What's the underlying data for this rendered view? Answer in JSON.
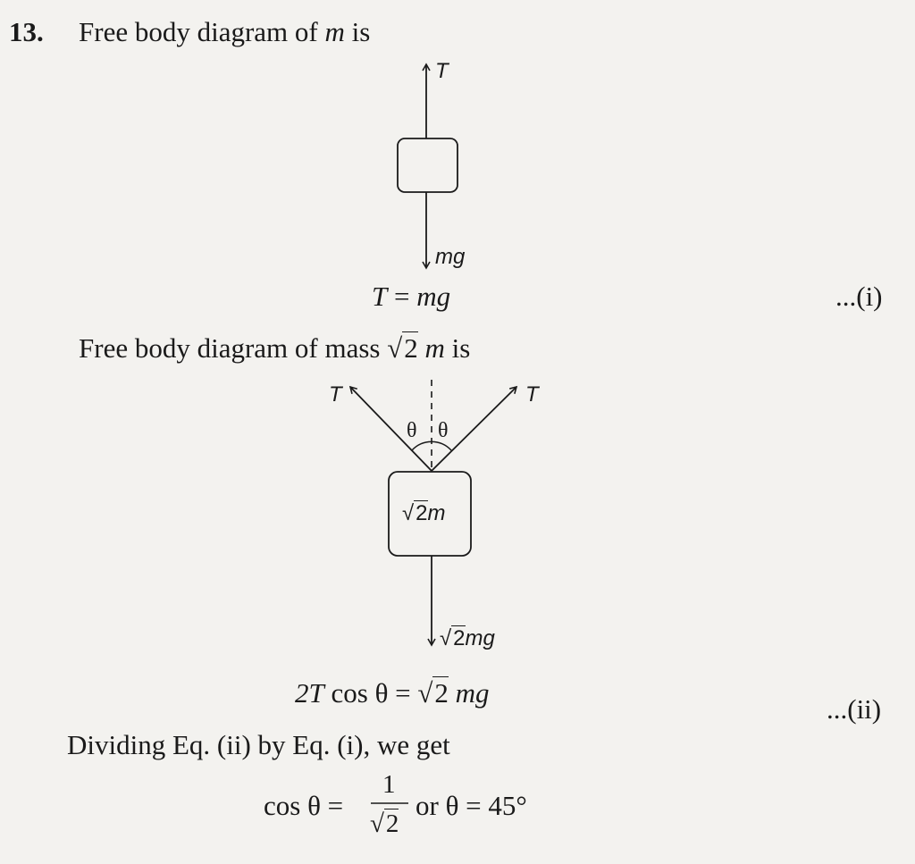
{
  "problem_number": "13.",
  "line1": {
    "text": "Free body diagram of ",
    "var": "m",
    "tail": " is"
  },
  "diagram1": {
    "top_force": "T",
    "bottom_force": "mg"
  },
  "eq1": {
    "lhs": "T",
    "eq": " = ",
    "rhs": "mg",
    "tag": "...(i)"
  },
  "line2": {
    "text": "Free body diagram of mass ",
    "root": "√",
    "root_arg": "2",
    "var": " m",
    "tail": " is"
  },
  "diagram2": {
    "left_force": "T",
    "right_force": "T",
    "angle_left": "θ",
    "angle_right": "θ",
    "box_root": "√",
    "box_root_arg": "2",
    "box_label": "m",
    "weight_root": "√",
    "weight_root_arg": "2",
    "weight_label": "mg"
  },
  "eq2": {
    "lhs_a": "2",
    "lhs_b": "T",
    "lhs_c": " cos θ = ",
    "root": "√",
    "root_arg": "2",
    "rhs": " mg",
    "tag": "...(ii)"
  },
  "line3": "Dividing Eq. (ii) by Eq. (i), we get",
  "result": {
    "lhs": "cos θ = ",
    "num": "1",
    "den_root": "√",
    "den_arg": "2",
    "tail": " or  θ = 45°"
  }
}
